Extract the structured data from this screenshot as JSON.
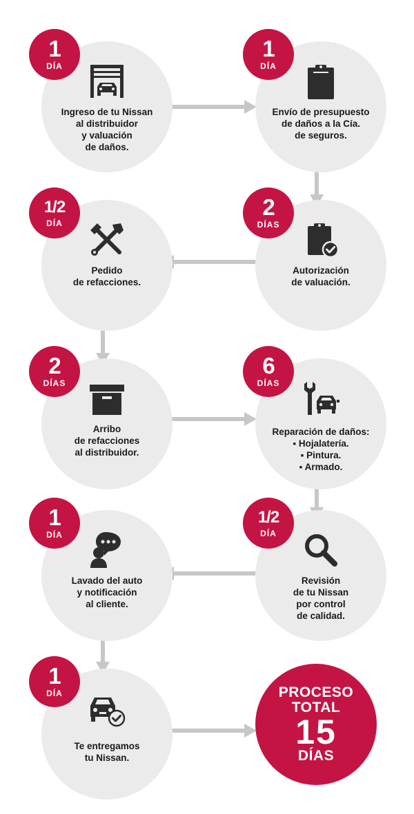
{
  "steps": [
    {
      "num": "1",
      "unit": "DÍA",
      "icon": "car-garage-icon",
      "lines": [
        "Ingreso de tu Nissan",
        "al distribuidor",
        "y valuación",
        "de daños."
      ]
    },
    {
      "num": "1",
      "unit": "DÍA",
      "icon": "clipboard-icon",
      "lines": [
        "Envío de presupuesto",
        "de daños a la Cía.",
        "de seguros."
      ]
    },
    {
      "num": "1/2",
      "unit": "DÍA",
      "icon": "tools-icon",
      "lines": [
        "Pedido",
        "de refacciones."
      ]
    },
    {
      "num": "2",
      "unit": "DÍAS",
      "icon": "clipboard-check-icon",
      "lines": [
        "Autorización",
        "de valuación."
      ]
    },
    {
      "num": "2",
      "unit": "DÍAS",
      "icon": "box-icon",
      "lines": [
        "Arribo",
        "de refacciones",
        "al distribuidor."
      ]
    },
    {
      "num": "6",
      "unit": "DÍAS",
      "icon": "wrench-car-icon",
      "lines": [
        "Reparación de daños:",
        "▪ Hojalatería.",
        "▪ Pintura.",
        "▪ Armado."
      ]
    },
    {
      "num": "1/2",
      "unit": "DÍA",
      "icon": "magnifier-icon",
      "lines": [
        "Revisión",
        "de tu Nissan",
        "por control",
        "de calidad."
      ]
    },
    {
      "num": "1",
      "unit": "DÍA",
      "icon": "person-chat-icon",
      "lines": [
        "Lavado del auto",
        "y notificación",
        "al cliente."
      ]
    },
    {
      "num": "1",
      "unit": "DÍA",
      "icon": "car-check-icon",
      "lines": [
        "Te entregamos",
        "tu Nissan."
      ]
    }
  ],
  "total": {
    "line1": "PROCESO",
    "line2": "TOTAL",
    "number": "15",
    "unit": "DÍAS"
  },
  "colors": {
    "accent": "#c41443",
    "circle": "#ebebeb",
    "arrow": "#c7c7c7",
    "text": "#1a1a1a",
    "icon": "#2d2d2d"
  }
}
